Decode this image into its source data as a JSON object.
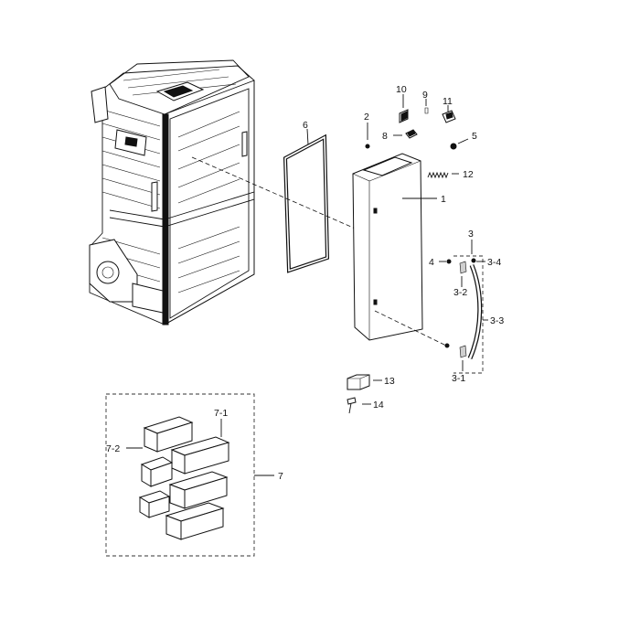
{
  "diagram": {
    "callouts": {
      "door": "1",
      "pin": "2",
      "handle_assy": "3",
      "handle_cap_lower": "3-1",
      "handle_cap_upper": "3-2",
      "handle": "3-3",
      "handle_screw": "3-4",
      "screw": "4",
      "bumper": "5",
      "gasket": "6",
      "guard_set": "7",
      "guard_large": "7-1",
      "guard_small": "7-2",
      "hinge_cover": "8",
      "hinge_pin": "9",
      "hinge_upper": "10",
      "hinge_bracket": "11",
      "spring": "12",
      "block": "13",
      "bolt": "14"
    }
  }
}
